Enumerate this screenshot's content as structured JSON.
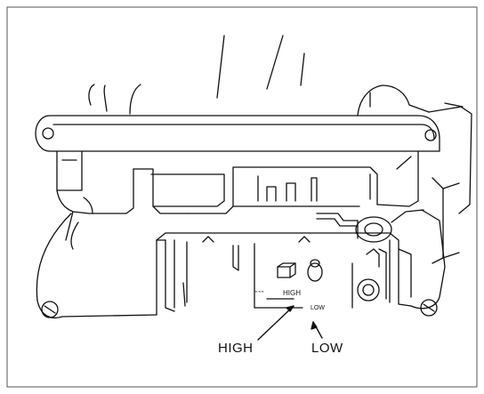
{
  "callouts": {
    "high": "HIGH",
    "low": "LOW"
  },
  "switch_markings": {
    "high": "HIGH",
    "low": "LOW",
    "marks": "\"\"\""
  }
}
